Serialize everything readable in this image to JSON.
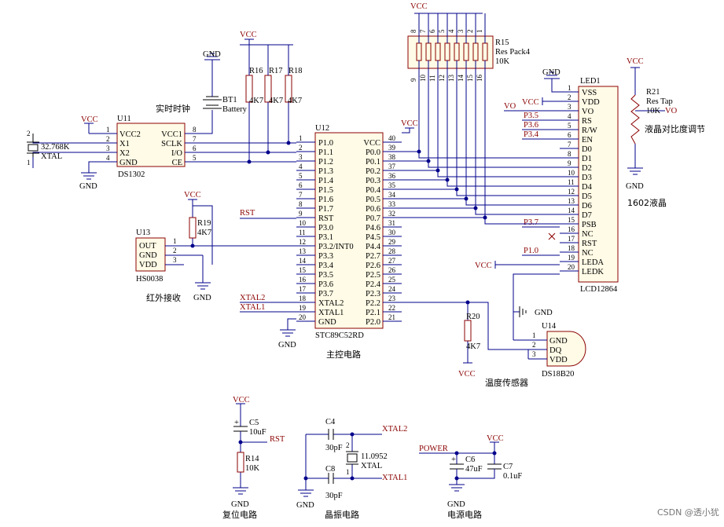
{
  "titles": {
    "rtc": "实时时钟",
    "ir": "红外接收",
    "main": "主控电路",
    "lcd_name": "1602液晶",
    "contrast": "液晶对比度调节",
    "temp": "温度传感器",
    "reset": "复位电路",
    "crystal": "晶振电路",
    "power": "电源电路"
  },
  "nets": {
    "vcc": "VCC",
    "gnd": "GND",
    "rst": "RST",
    "xtal1": "XTAL1",
    "xtal2": "XTAL2",
    "vo": "VO",
    "power": "POWER",
    "p35": "P3.5",
    "p36": "P3.6",
    "p34": "P3.4",
    "p37": "P3.7",
    "p10": "P1.0"
  },
  "u11": {
    "ref": "U11",
    "part": "DS1302",
    "left": [
      {
        "n": "1",
        "l": "VCC2"
      },
      {
        "n": "2",
        "l": "X1"
      },
      {
        "n": "3",
        "l": "X2"
      },
      {
        "n": "4",
        "l": "GND"
      }
    ],
    "right": [
      {
        "n": "8",
        "l": "VCC1"
      },
      {
        "n": "7",
        "l": "SCLK"
      },
      {
        "n": "6",
        "l": "I/O"
      },
      {
        "n": "5",
        "l": "CE"
      }
    ]
  },
  "y1": {
    "pin2": "2",
    "pin1": "1",
    "value": "32.768K",
    "part": "XTAL"
  },
  "bt1": {
    "ref": "BT1",
    "part": "Battery"
  },
  "rpull": [
    {
      "ref": "R16",
      "val": "4K7"
    },
    {
      "ref": "R17",
      "val": "4K7"
    },
    {
      "ref": "R18",
      "val": "4K7"
    }
  ],
  "u12": {
    "ref": "U12",
    "part": "STC89C52RD",
    "left": [
      {
        "n": "1",
        "l": "P1.0"
      },
      {
        "n": "2",
        "l": "P1.1"
      },
      {
        "n": "3",
        "l": "P1.2"
      },
      {
        "n": "4",
        "l": "P1.3"
      },
      {
        "n": "5",
        "l": "P1.4"
      },
      {
        "n": "6",
        "l": "P1.5"
      },
      {
        "n": "7",
        "l": "P1.6"
      },
      {
        "n": "8",
        "l": "P1.7"
      },
      {
        "n": "9",
        "l": "RST"
      },
      {
        "n": "10",
        "l": "P3.0"
      },
      {
        "n": "11",
        "l": "P3.1"
      },
      {
        "n": "12",
        "l": "P3.2/INT0"
      },
      {
        "n": "13",
        "l": "P3.3"
      },
      {
        "n": "14",
        "l": "P3.4"
      },
      {
        "n": "15",
        "l": "P3.5"
      },
      {
        "n": "16",
        "l": "P3.6"
      },
      {
        "n": "17",
        "l": "P3.7"
      },
      {
        "n": "18",
        "l": "XTAL2"
      },
      {
        "n": "19",
        "l": "XTAL1"
      },
      {
        "n": "20",
        "l": "GND"
      }
    ],
    "right": [
      {
        "n": "40",
        "l": "VCC"
      },
      {
        "n": "39",
        "l": "P0.0"
      },
      {
        "n": "38",
        "l": "P0.1"
      },
      {
        "n": "37",
        "l": "P0.2"
      },
      {
        "n": "36",
        "l": "P0.3"
      },
      {
        "n": "35",
        "l": "P0.4"
      },
      {
        "n": "34",
        "l": "P0.5"
      },
      {
        "n": "33",
        "l": "P0.6"
      },
      {
        "n": "32",
        "l": "P0.7"
      },
      {
        "n": "31",
        "l": "P4.6"
      },
      {
        "n": "30",
        "l": "P4.5"
      },
      {
        "n": "29",
        "l": "P4.4"
      },
      {
        "n": "28",
        "l": "P2.7"
      },
      {
        "n": "27",
        "l": "P2.6"
      },
      {
        "n": "26",
        "l": "P2.5"
      },
      {
        "n": "25",
        "l": "P2.4"
      },
      {
        "n": "24",
        "l": "P2.3"
      },
      {
        "n": "23",
        "l": "P2.2"
      },
      {
        "n": "22",
        "l": "P2.1"
      },
      {
        "n": "21",
        "l": "P2.0"
      }
    ]
  },
  "r15": {
    "ref": "R15",
    "part": "Res Pack4",
    "val": "10K",
    "top": [
      "8",
      "7",
      "6",
      "5",
      "4",
      "3",
      "2",
      "1"
    ],
    "bot": [
      "9",
      "10",
      "11",
      "12",
      "13",
      "14",
      "15",
      "16"
    ]
  },
  "lcd": {
    "ref": "LED1",
    "part": "LCD12864",
    "pins": [
      {
        "n": "1",
        "l": "VSS"
      },
      {
        "n": "2",
        "l": "VDD"
      },
      {
        "n": "3",
        "l": "VO"
      },
      {
        "n": "4",
        "l": "RS"
      },
      {
        "n": "5",
        "l": "R/W"
      },
      {
        "n": "6",
        "l": "EN"
      },
      {
        "n": "7",
        "l": "D0"
      },
      {
        "n": "8",
        "l": "D1"
      },
      {
        "n": "9",
        "l": "D2"
      },
      {
        "n": "10",
        "l": "D3"
      },
      {
        "n": "11",
        "l": "D4"
      },
      {
        "n": "12",
        "l": "D5"
      },
      {
        "n": "13",
        "l": "D6"
      },
      {
        "n": "14",
        "l": "D7"
      },
      {
        "n": "15",
        "l": "PSB"
      },
      {
        "n": "16",
        "l": "NC"
      },
      {
        "n": "17",
        "l": "RST"
      },
      {
        "n": "18",
        "l": "NC"
      },
      {
        "n": "19",
        "l": "LEDA"
      },
      {
        "n": "20",
        "l": "LEDK"
      }
    ]
  },
  "r21": {
    "ref": "R21",
    "part": "Res Tap",
    "val": "10K"
  },
  "u13": {
    "ref": "U13",
    "part": "HS0038",
    "pins": [
      {
        "n": "1",
        "l": "OUT"
      },
      {
        "n": "2",
        "l": "GND"
      },
      {
        "n": "3",
        "l": "VDD"
      }
    ]
  },
  "r19": {
    "ref": "R19",
    "val": "4K7"
  },
  "r20": {
    "ref": "R20",
    "val": "4K7"
  },
  "u14": {
    "ref": "U14",
    "part": "DS18B20",
    "pins": [
      {
        "n": "1",
        "l": "GND"
      },
      {
        "n": "2",
        "l": "DQ"
      },
      {
        "n": "3",
        "l": "VDD"
      }
    ]
  },
  "c5": {
    "ref": "C5",
    "val": "10uF"
  },
  "r14": {
    "ref": "R14",
    "val": "10K"
  },
  "c4": {
    "ref": "C4",
    "val": "30pF"
  },
  "c8": {
    "ref": "C8",
    "val": "30pF"
  },
  "y2": {
    "pin2": "2",
    "pin1": "1",
    "value": "11.0952",
    "part": "XTAL"
  },
  "c6": {
    "ref": "C6",
    "val": "47uF"
  },
  "c7": {
    "ref": "C7",
    "val": "0.1uF"
  },
  "watermark": "CSDN @透小犹"
}
